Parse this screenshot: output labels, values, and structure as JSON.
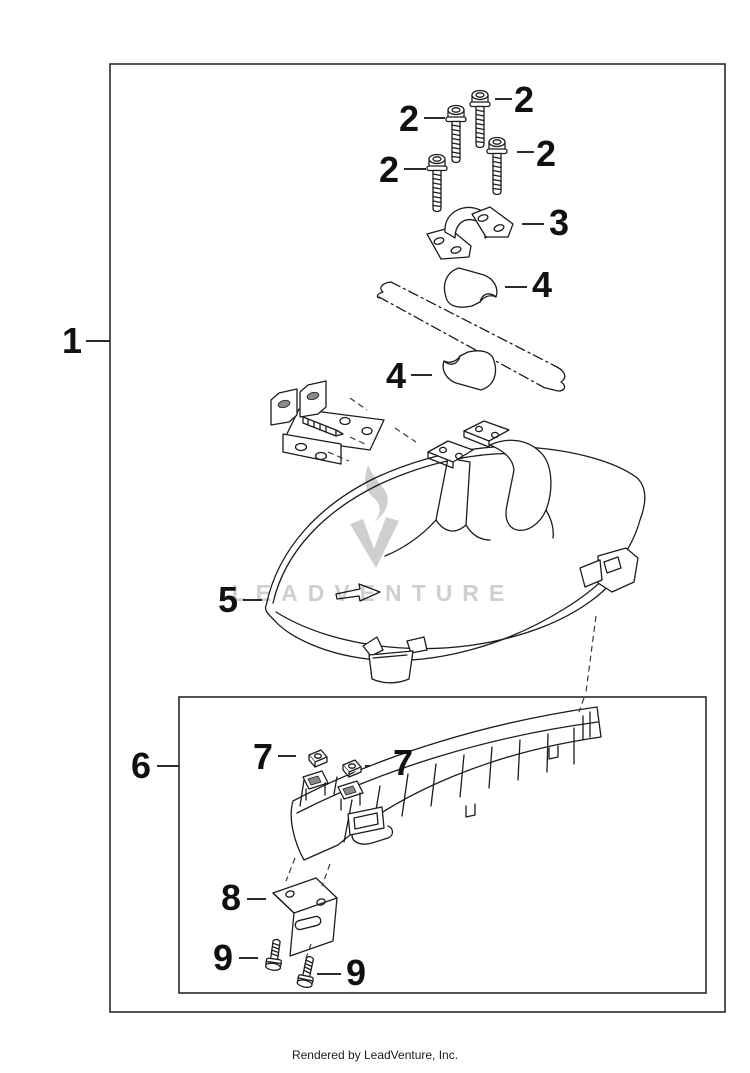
{
  "diagram": {
    "callouts": {
      "part1": "1",
      "part2": "2",
      "part3": "3",
      "part4": "4",
      "part5": "5",
      "part6": "6",
      "part7": "7",
      "part8": "8",
      "part9": "9"
    },
    "watermark": {
      "text": "LEADVENTURE",
      "color": "#cfcfcf"
    },
    "footer": {
      "text": "Rendered by LeadVenture, Inc."
    },
    "colors": {
      "line": "#1c1c1c",
      "background": "#ffffff",
      "label": "#111111"
    }
  }
}
